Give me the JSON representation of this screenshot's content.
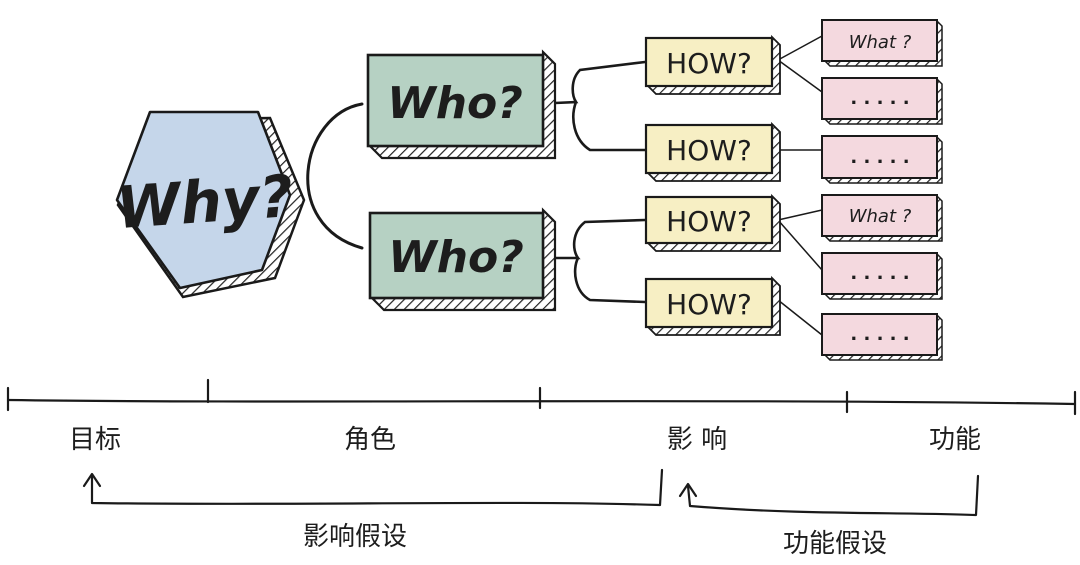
{
  "diagram": {
    "why": {
      "label": "Why?",
      "fill": "#c5d6ea"
    },
    "who": [
      {
        "label": "Who?",
        "fill": "#b6d1c3"
      },
      {
        "label": "Who?",
        "fill": "#b6d1c3"
      }
    ],
    "how": [
      {
        "label": "HOW?",
        "fill": "#f7efc4"
      },
      {
        "label": "HOW?",
        "fill": "#f7efc4"
      },
      {
        "label": "HOW?",
        "fill": "#f7efc4"
      },
      {
        "label": "HOW?",
        "fill": "#f7efc4"
      }
    ],
    "what": [
      {
        "label": "What ?",
        "fill": "#f4d9df"
      },
      {
        "label": ". . . . .",
        "fill": "#f4d9df"
      },
      {
        "label": ". . . . .",
        "fill": "#f4d9df"
      },
      {
        "label": "What ?",
        "fill": "#f4d9df"
      },
      {
        "label": ". . . . .",
        "fill": "#f4d9df"
      },
      {
        "label": ". . . . .",
        "fill": "#f4d9df"
      }
    ]
  },
  "timeline": {
    "labels": [
      "目标",
      "角色",
      "影 响",
      "功能"
    ]
  },
  "hypotheses": {
    "impact": "影响假设",
    "feature": "功能假设"
  }
}
